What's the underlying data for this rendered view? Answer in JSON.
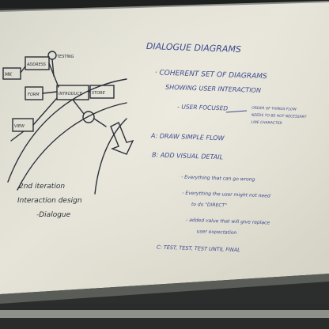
{
  "photo": {
    "subject": "whiteboard",
    "colors": {
      "board": "#e4e2d6",
      "board_shadow": "#c9c7b9",
      "wall": "#2b2e2d",
      "ledge": "#9a9b93",
      "blue_marker": "#3c4a8e",
      "black_marker": "#2b2f3a"
    }
  },
  "board": {
    "title": "DIALOGUE DIAGRAMS",
    "bullet_main": "· COHERENT SET OF DIAGRAMS",
    "bullet_main_cont": "SHOWING USER INTERACTION",
    "bullet_sub": "- USER FOCUSED",
    "side_note_1": "ORDER OF THINGS FLOW",
    "side_note_2": "NEEDS TO BE HOT NECESSARY",
    "side_note_3": "LINE CHARACTER",
    "item_a": "A: DRAW SIMPLE FLOW",
    "item_b": "B: ADD VISUAL DETAIL",
    "detail_1": "- Everything that can go wrong",
    "detail_2": "- Everything the user might not need",
    "detail_2b": "to do \"DIRECT\"",
    "detail_3": "- added value that will give replace",
    "detail_3b": "user expectation",
    "item_c": "C: TEST, TEST, TEST UNTIL FINAL",
    "left_note_1": "2nd iteration",
    "left_note_2": "Interaction design",
    "left_note_3": "-Dialogue",
    "box_1": "MK",
    "box_2": "ADDRESS",
    "box_3": "TESTING",
    "box_4": "FORM",
    "box_5": "INTRODUCE",
    "box_6": "STORE",
    "box_7": "VIEW"
  }
}
